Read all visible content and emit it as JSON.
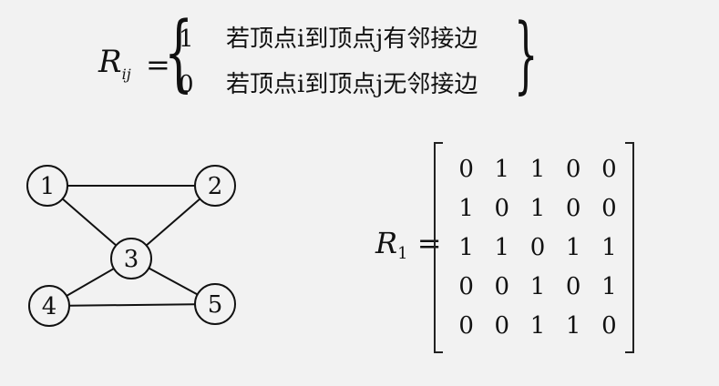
{
  "formula": {
    "lhs_symbol": "R",
    "lhs_subscript": "ij",
    "equals": "=",
    "cases": [
      {
        "value": "1",
        "condition": "若顶点i到顶点j有邻接边"
      },
      {
        "value": "0",
        "condition": "若顶点i到顶点j无邻接边"
      }
    ]
  },
  "graph": {
    "nodes": [
      {
        "id": "1",
        "label": "1"
      },
      {
        "id": "2",
        "label": "2"
      },
      {
        "id": "3",
        "label": "3"
      },
      {
        "id": "4",
        "label": "4"
      },
      {
        "id": "5",
        "label": "5"
      }
    ],
    "edges": [
      [
        "1",
        "2"
      ],
      [
        "1",
        "3"
      ],
      [
        "2",
        "3"
      ],
      [
        "3",
        "4"
      ],
      [
        "3",
        "5"
      ],
      [
        "4",
        "5"
      ]
    ]
  },
  "matrix": {
    "symbol": "R",
    "subscript": "1",
    "equals": "=",
    "rows": [
      [
        "0",
        "1",
        "1",
        "0",
        "0"
      ],
      [
        "1",
        "0",
        "1",
        "0",
        "0"
      ],
      [
        "1",
        "1",
        "0",
        "1",
        "1"
      ],
      [
        "0",
        "0",
        "1",
        "0",
        "1"
      ],
      [
        "0",
        "0",
        "1",
        "1",
        "0"
      ]
    ]
  }
}
